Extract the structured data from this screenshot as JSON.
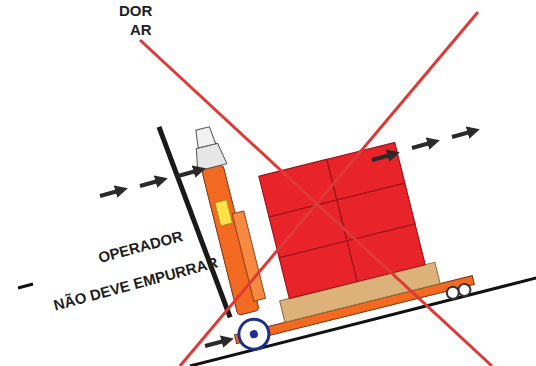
{
  "diagram": {
    "labels": [
      "DOR",
      "AR",
      "OPERADOR",
      "NÃO DEVE EMPURRAR"
    ]
  }
}
